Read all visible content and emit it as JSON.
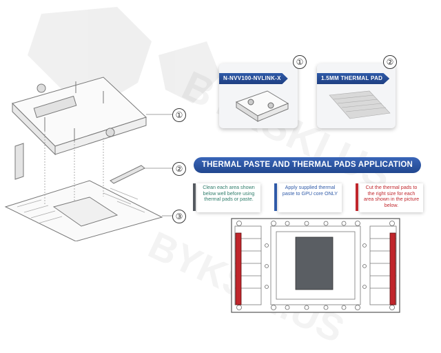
{
  "watermark": {
    "text": "BYKSKI.US"
  },
  "callouts": [
    {
      "num": "①"
    },
    {
      "num": "②"
    },
    {
      "num": "③"
    }
  ],
  "products": [
    {
      "num": "①",
      "label": "N-NVV100-NVLINK-X"
    },
    {
      "num": "②",
      "label": "1.5MM THERMAL PAD"
    }
  ],
  "banner": {
    "title": "THERMAL PASTE AND THERMAL PADS APPLICATION"
  },
  "notes": [
    {
      "text": "Clean each area shown below well before using thermal pads or paste.",
      "color": "#555a60",
      "text_color": "#2f7d6b"
    },
    {
      "text": "Apply supplied thermal paste to GPU core ONLY",
      "color": "#2f5aa8",
      "text_color": "#2f5aa8"
    },
    {
      "text": "Cut the thermal pads to the right size for each area shown in the picture below.",
      "color": "#c0262c",
      "text_color": "#c0262c"
    }
  ],
  "colors": {
    "accent_blue": "#2f5aa8",
    "pad_red": "#c0262c",
    "paste_gray": "#5a5e63"
  }
}
